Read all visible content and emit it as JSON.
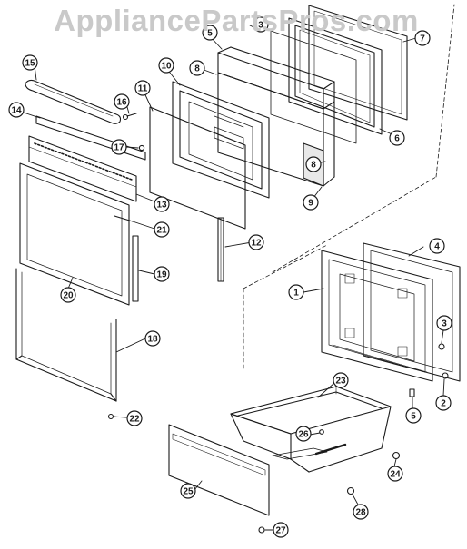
{
  "watermark": "AppliancePartsPros.com",
  "colors": {
    "ink": "#1a1a1a",
    "paper": "#ffffff",
    "watermark": "#c9c9c9"
  },
  "callouts": {
    "c1": "1",
    "c2": "2",
    "c3": "3",
    "c4": "4",
    "c5": "5",
    "c6": "6",
    "c7": "7",
    "c8a": "8",
    "c8b": "8",
    "c9": "9",
    "c10": "10",
    "c11": "11",
    "c12": "12",
    "c13": "13",
    "c14": "14",
    "c15": "15",
    "c16": "16",
    "c17": "17",
    "c18": "18",
    "c19": "19",
    "c20": "20",
    "c21": "21",
    "c22": "22",
    "c23": "23",
    "c24": "24",
    "c25": "25",
    "c26": "26",
    "c27": "27",
    "c28": "28"
  }
}
